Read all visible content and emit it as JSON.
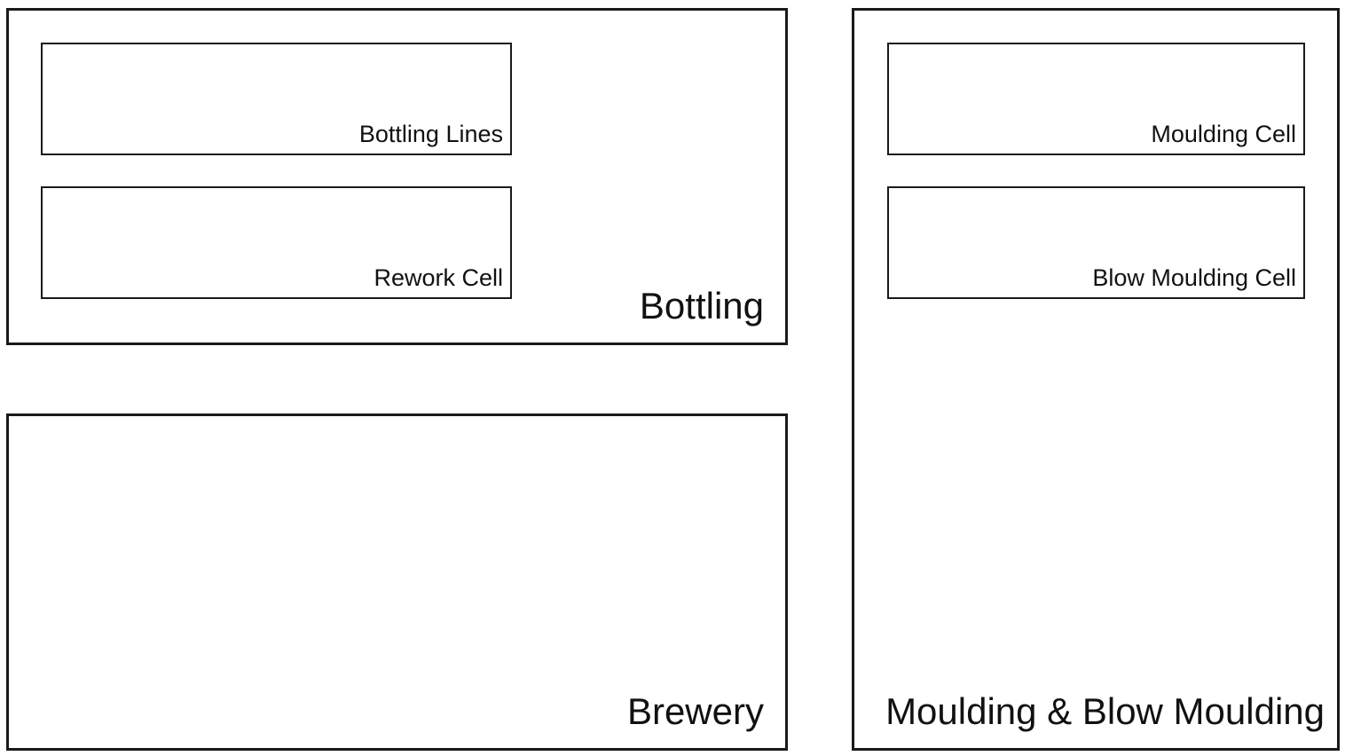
{
  "areas": {
    "bottling": {
      "label": "Bottling",
      "cells": {
        "bottling_lines": "Bottling Lines",
        "rework_cell": "Rework Cell"
      }
    },
    "brewery": {
      "label": "Brewery"
    },
    "moulding": {
      "label": "Moulding & Blow Moulding",
      "cells": {
        "moulding_cell": "Moulding Cell",
        "blow_moulding_cell": "Blow Moulding Cell"
      }
    }
  },
  "colors": {
    "stroke": "#1a1a1a",
    "background": "#ffffff"
  }
}
